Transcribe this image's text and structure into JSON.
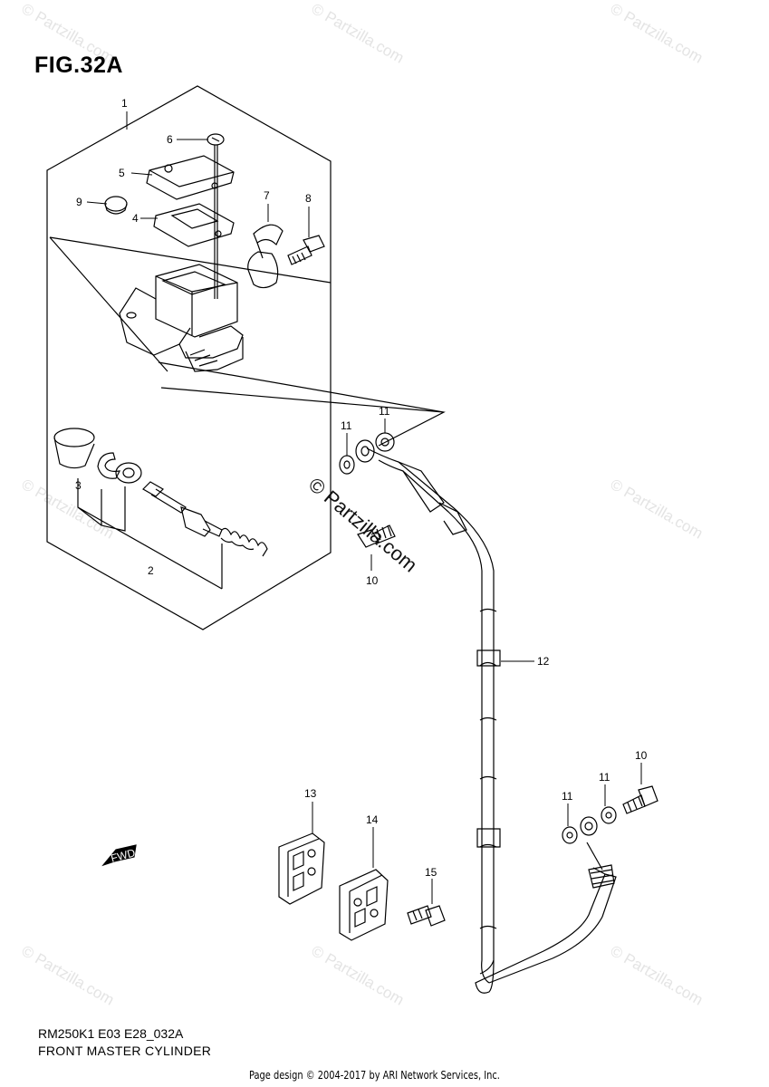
{
  "figure": {
    "title": "FIG.32A",
    "code": "RM250K1 E03 E28_032A",
    "name": "FRONT MASTER CYLINDER"
  },
  "credit": "Page design © 2004-2017 by ARI Network Services, Inc.",
  "watermark": "© Partzilla.com",
  "callouts": [
    "1",
    "2",
    "3",
    "4",
    "5",
    "6",
    "7",
    "8",
    "9",
    "10",
    "10",
    "11",
    "11",
    "11",
    "11",
    "12",
    "13",
    "14",
    "15"
  ],
  "fwd_label": "FWD"
}
